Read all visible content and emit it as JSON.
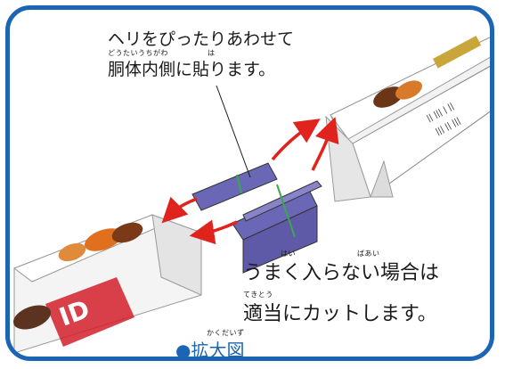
{
  "instruction_top": {
    "line1": "ヘリをぴったりあわせて",
    "line2": "胴体内側に貼ります。",
    "ruby_doutai_uchigawa": "どうたいうちがわ",
    "ruby_ha": "は"
  },
  "instruction_bottom": {
    "line1": "うまく入らない場合は",
    "line2": "適当にカットします。",
    "ruby_hai": "はい",
    "ruby_baai": "ばあい",
    "ruby_tekitou": "てきとう"
  },
  "caption": {
    "bullet": "●",
    "text": "拡大図",
    "ruby": "かくだいず"
  },
  "colors": {
    "frame": "#1c64b4",
    "tab_purple": "#6b67b7",
    "arrow_red": "#e0231c",
    "guide_green": "#3aa84a"
  },
  "icons": {
    "arrows": "curved-red-arrow"
  }
}
